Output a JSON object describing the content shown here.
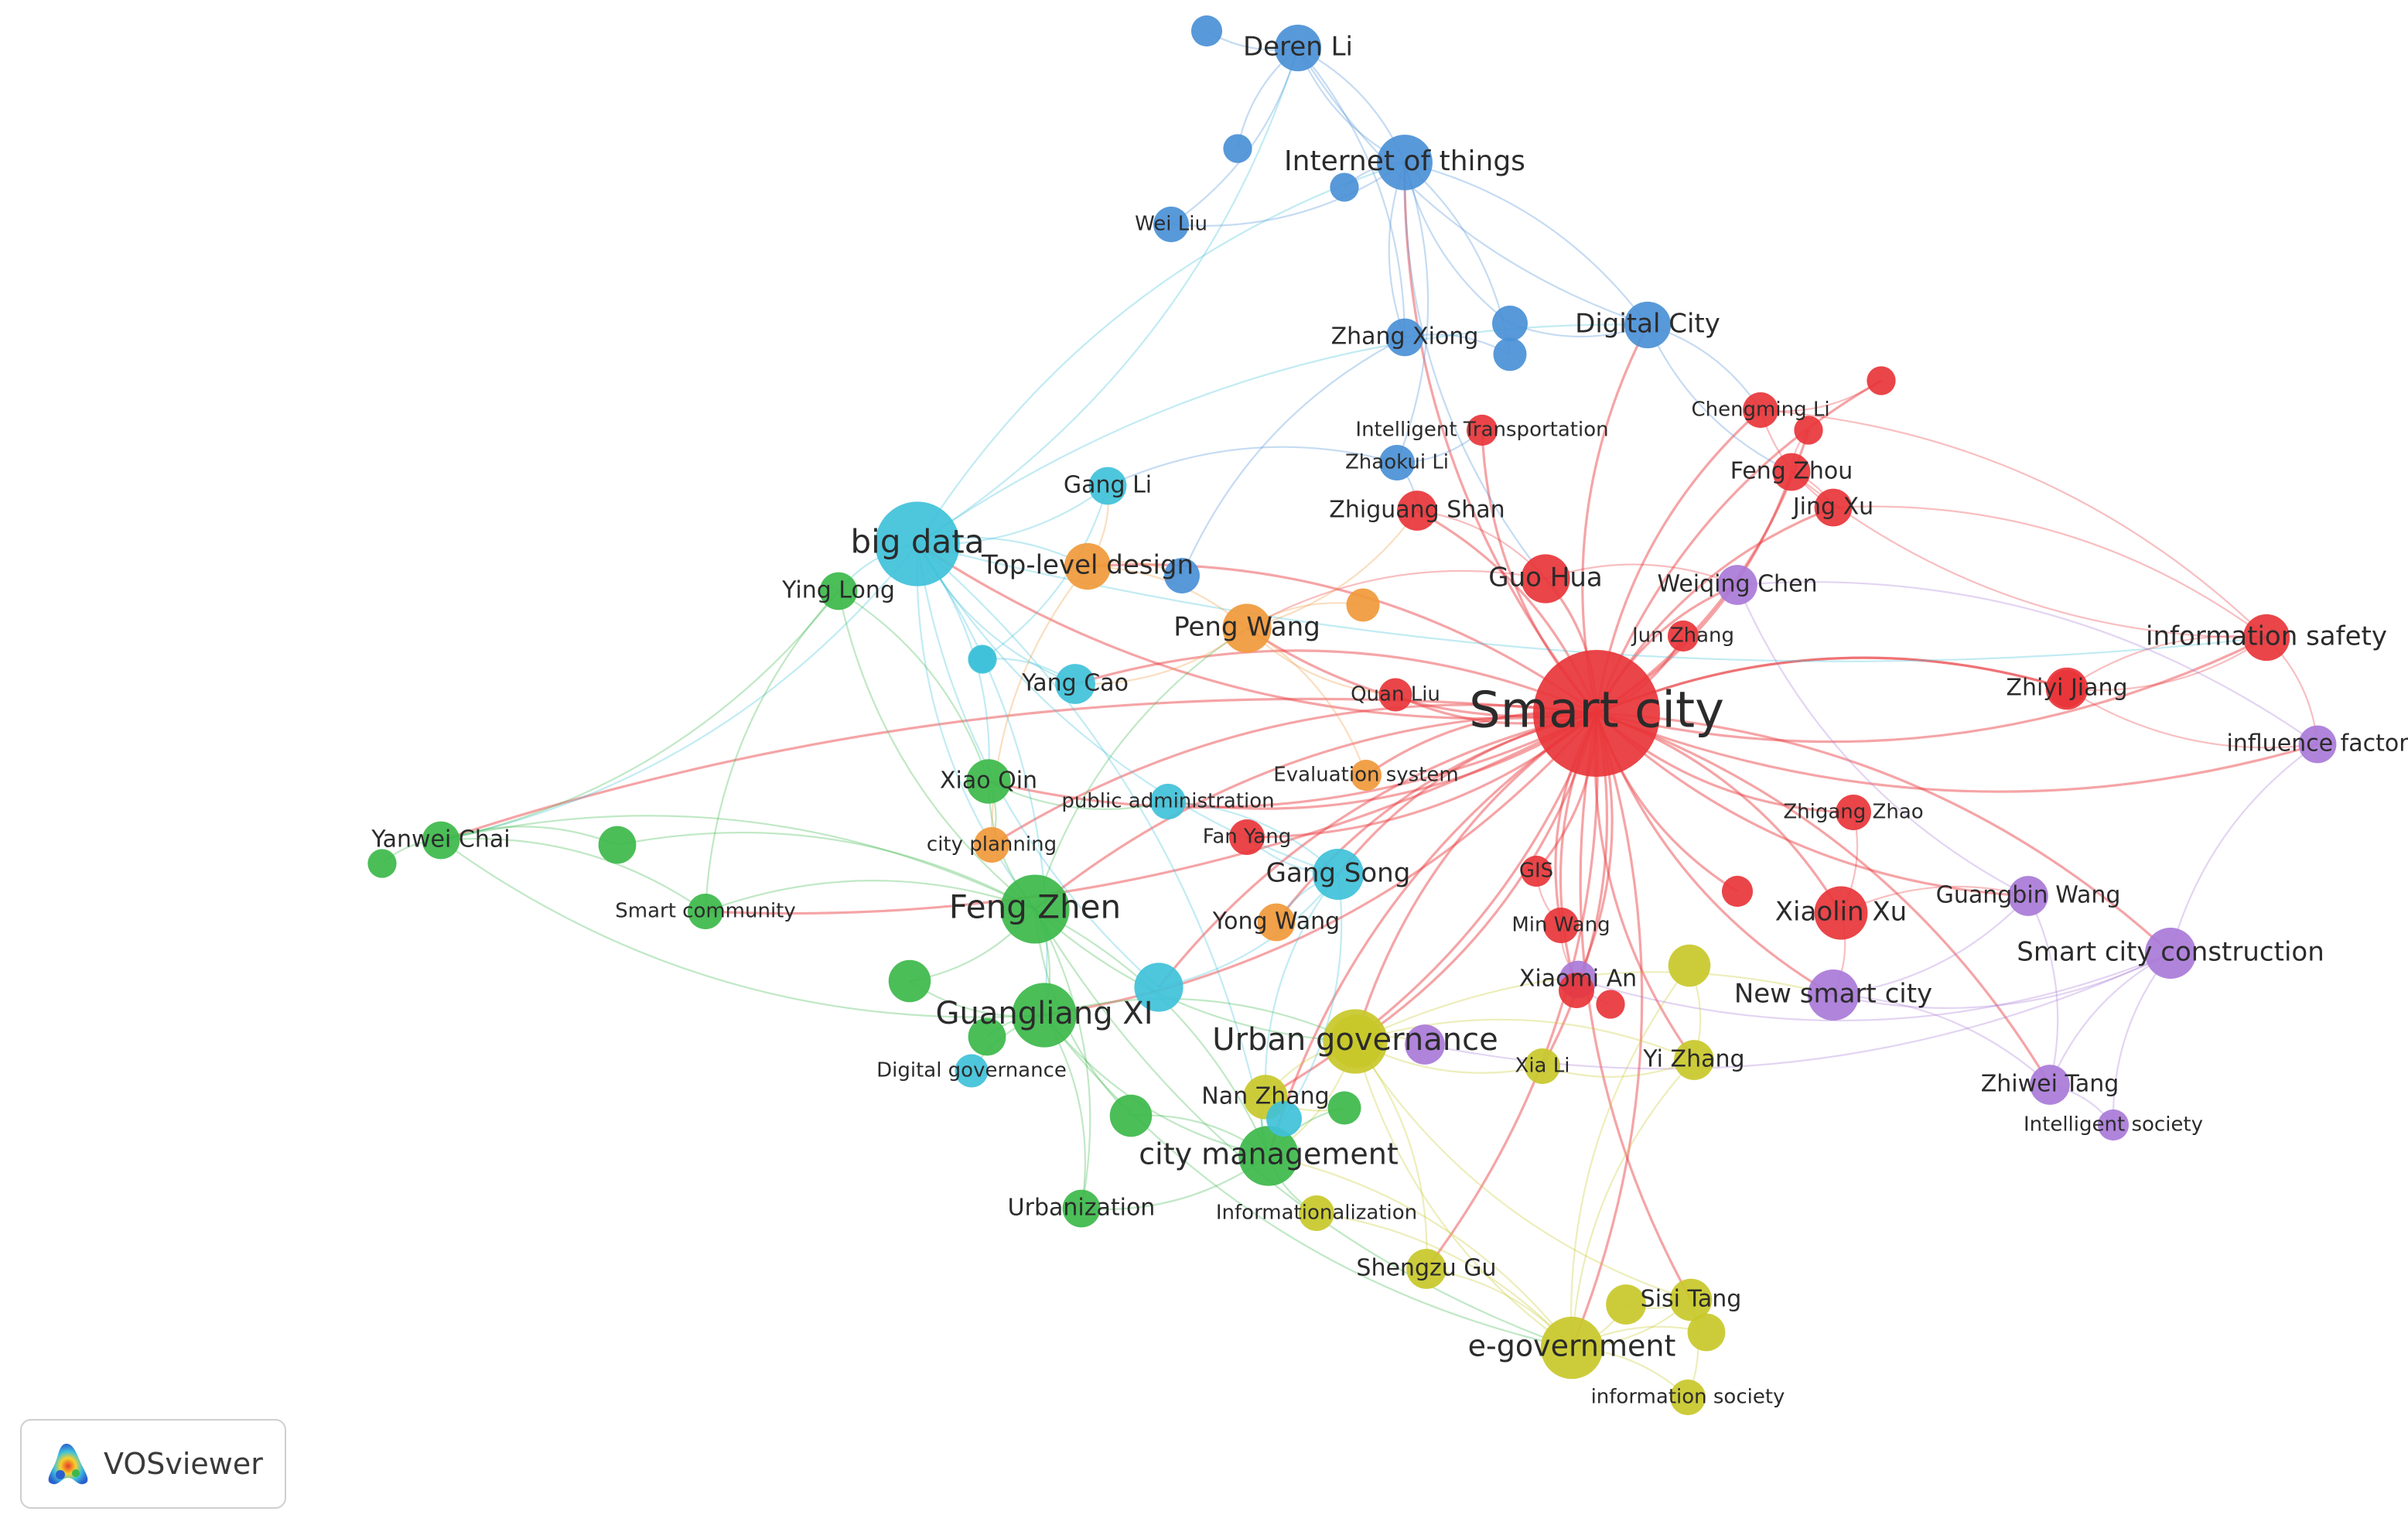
{
  "colors": {
    "red": "#e8353a",
    "blue": "#4a90d6",
    "cyan": "#3fc1d9",
    "green": "#3cb84a",
    "yellow": "#c8c82a",
    "purple": "#a97ad8",
    "orange": "#f0993a"
  },
  "badge": {
    "text": "VOSviewer",
    "icon": "vosviewer-logo-icon"
  },
  "nodes": [
    {
      "id": "smart_city",
      "label": "Smart city",
      "color": "red",
      "size": 1.0
    },
    {
      "id": "big_data",
      "label": "big data",
      "color": "cyan",
      "size": 0.62
    },
    {
      "id": "feng_zhen",
      "label": "Feng Zhen",
      "color": "green",
      "size": 0.48
    },
    {
      "id": "guangliang_xi",
      "label": "Guangliang XI",
      "color": "green",
      "size": 0.44
    },
    {
      "id": "urban_gov",
      "label": "Urban governance",
      "color": "yellow",
      "size": 0.44
    },
    {
      "id": "egov",
      "label": "e-government",
      "color": "yellow",
      "size": 0.42
    },
    {
      "id": "city_mgmt",
      "label": "city management",
      "color": "green",
      "size": 0.4
    },
    {
      "id": "iot",
      "label": "Internet of things",
      "color": "blue",
      "size": 0.36
    },
    {
      "id": "guo_hua",
      "label": "Guo Hua",
      "color": "red",
      "size": 0.3
    },
    {
      "id": "xiaolin_xu",
      "label": "Xiaolin Xu",
      "color": "red",
      "size": 0.34
    },
    {
      "id": "new_smart",
      "label": "New smart city",
      "color": "purple",
      "size": 0.32
    },
    {
      "id": "sc_constr",
      "label": "Smart city construction",
      "color": "purple",
      "size": 0.32
    },
    {
      "id": "gang_song",
      "label": "Gang Song",
      "color": "cyan",
      "size": 0.32
    },
    {
      "id": "peng_wang",
      "label": "Peng Wang",
      "color": "orange",
      "size": 0.3
    },
    {
      "id": "top_level",
      "label": "Top-level design",
      "color": "orange",
      "size": 0.28
    },
    {
      "id": "digital_city",
      "label": "Digital City",
      "color": "blue",
      "size": 0.28
    },
    {
      "id": "deren_li",
      "label": "Deren Li",
      "color": "blue",
      "size": 0.28
    },
    {
      "id": "info_safety",
      "label": "information safety",
      "color": "red",
      "size": 0.28
    },
    {
      "id": "xiao_qin",
      "label": "Xiao Qin",
      "color": "green",
      "size": 0.26
    },
    {
      "id": "nan_zhang",
      "label": "Nan Zhang",
      "color": "yellow",
      "size": 0.26
    },
    {
      "id": "zhiguang_shan",
      "label": "Zhiguang Shan",
      "color": "red",
      "size": 0.22
    },
    {
      "id": "sisi_tang",
      "label": "Sisi Tang",
      "color": "yellow",
      "size": 0.24
    },
    {
      "id": "shengzu_gu",
      "label": "Shengzu Gu",
      "color": "yellow",
      "size": 0.22
    },
    {
      "id": "yang_cao",
      "label": "Yang Cao",
      "color": "cyan",
      "size": 0.22
    },
    {
      "id": "weiqing_chen",
      "label": "Weiqing Chen",
      "color": "purple",
      "size": 0.22
    },
    {
      "id": "yanwei_chai",
      "label": "Yanwei Chai",
      "color": "green",
      "size": 0.2
    },
    {
      "id": "ying_long",
      "label": "Ying Long",
      "color": "green",
      "size": 0.2
    },
    {
      "id": "gang_li",
      "label": "Gang Li",
      "color": "cyan",
      "size": 0.2
    },
    {
      "id": "zhang_xiong",
      "label": "Zhang Xiong",
      "color": "blue",
      "size": 0.2
    },
    {
      "id": "yi_zhang",
      "label": "Yi Zhang",
      "color": "yellow",
      "size": 0.22
    },
    {
      "id": "guangbin_wang",
      "label": "Guangbin Wang",
      "color": "purple",
      "size": 0.22
    },
    {
      "id": "zhiwei_tang",
      "label": "Zhiwei Tang",
      "color": "purple",
      "size": 0.22
    },
    {
      "id": "zhiyi_jiang",
      "label": "Zhiyi Jiang",
      "color": "red",
      "size": 0.2
    },
    {
      "id": "influence",
      "label": "influence factor",
      "color": "purple",
      "size": 0.2
    },
    {
      "id": "jing_xu",
      "label": "Jing Xu",
      "color": "red",
      "size": 0.2
    },
    {
      "id": "feng_zhou",
      "label": "Feng Zhou",
      "color": "red",
      "size": 0.2
    },
    {
      "id": "chengming_li",
      "label": "Chengming Li",
      "color": "red",
      "size": 0.18
    },
    {
      "id": "zhaokui_li",
      "label": "Zhaokui Li",
      "color": "blue",
      "size": 0.18
    },
    {
      "id": "wei_liu",
      "label": "Wei Liu",
      "color": "blue",
      "size": 0.18
    },
    {
      "id": "fan_yang",
      "label": "Fan Yang",
      "color": "red",
      "size": 0.18
    },
    {
      "id": "yong_wang",
      "label": "Yong Wang",
      "color": "orange",
      "size": 0.2
    },
    {
      "id": "min_wang",
      "label": "Min Wang",
      "color": "red",
      "size": 0.18
    },
    {
      "id": "xiaomi_an",
      "label": "Xiaomi An",
      "color": "purple",
      "size": 0.2
    },
    {
      "id": "xia_li",
      "label": "Xia Li",
      "color": "yellow",
      "size": 0.18
    },
    {
      "id": "zhigang_zhao",
      "label": "Zhigang Zhao",
      "color": "red",
      "size": 0.18
    },
    {
      "id": "quan_liu",
      "label": "Quan Liu",
      "color": "red",
      "size": 0.16
    },
    {
      "id": "jun_zhang",
      "label": "Jun Zhang",
      "color": "red",
      "size": 0.14
    },
    {
      "id": "gis",
      "label": "GIS",
      "color": "red",
      "size": 0.14
    },
    {
      "id": "eval_sys",
      "label": "Evaluation system",
      "color": "orange",
      "size": 0.14
    },
    {
      "id": "public_admin",
      "label": "public administration",
      "color": "cyan",
      "size": 0.18
    },
    {
      "id": "city_planning",
      "label": "city planning",
      "color": "orange",
      "size": 0.18
    },
    {
      "id": "smart_comm",
      "label": "Smart community",
      "color": "green",
      "size": 0.18
    },
    {
      "id": "digital_gov",
      "label": "Digital governance",
      "color": "cyan",
      "size": 0.16
    },
    {
      "id": "urbanization",
      "label": "Urbanization",
      "color": "green",
      "size": 0.2
    },
    {
      "id": "informational",
      "label": "Informationalization",
      "color": "yellow",
      "size": 0.18
    },
    {
      "id": "info_society",
      "label": "information society",
      "color": "yellow",
      "size": 0.18
    },
    {
      "id": "intel_society",
      "label": "Intelligent society",
      "color": "purple",
      "size": 0.14
    },
    {
      "id": "intel_transport",
      "label": "Intelligent Transportation",
      "color": "red",
      "size": 0.14
    },
    {
      "id": "u1",
      "label": "",
      "color": "blue",
      "size": 0.14
    },
    {
      "id": "u2",
      "label": "",
      "color": "blue",
      "size": 0.12
    },
    {
      "id": "u3",
      "label": "",
      "color": "blue",
      "size": 0.12
    },
    {
      "id": "u4",
      "label": "",
      "color": "blue",
      "size": 0.18
    },
    {
      "id": "u5",
      "label": "",
      "color": "blue",
      "size": 0.16
    },
    {
      "id": "u6",
      "label": "",
      "color": "blue",
      "size": 0.18
    },
    {
      "id": "u7",
      "label": "",
      "color": "red",
      "size": 0.12
    },
    {
      "id": "u8",
      "label": "",
      "color": "red",
      "size": 0.12
    },
    {
      "id": "u9",
      "label": "",
      "color": "orange",
      "size": 0.16
    },
    {
      "id": "u10",
      "label": "",
      "color": "cyan",
      "size": 0.1
    },
    {
      "id": "u11",
      "label": "",
      "color": "green",
      "size": 0.2
    },
    {
      "id": "u12",
      "label": "",
      "color": "green",
      "size": 0.2
    },
    {
      "id": "u13",
      "label": "",
      "color": "green",
      "size": 0.24
    },
    {
      "id": "u14",
      "label": "",
      "color": "cyan",
      "size": 0.3
    },
    {
      "id": "u15",
      "label": "",
      "color": "green",
      "size": 0.24
    },
    {
      "id": "u16",
      "label": "",
      "color": "green",
      "size": 0.16
    },
    {
      "id": "u17",
      "label": "",
      "color": "cyan",
      "size": 0.18
    },
    {
      "id": "u18",
      "label": "",
      "color": "yellow",
      "size": 0.34
    },
    {
      "id": "u19",
      "label": "",
      "color": "yellow",
      "size": 0.24
    },
    {
      "id": "u20",
      "label": "",
      "color": "yellow",
      "size": 0.22
    },
    {
      "id": "u21",
      "label": "",
      "color": "yellow",
      "size": 0.2
    },
    {
      "id": "u22",
      "label": "",
      "color": "red",
      "size": 0.18
    },
    {
      "id": "u23",
      "label": "",
      "color": "red",
      "size": 0.12
    },
    {
      "id": "u24",
      "label": "",
      "color": "red",
      "size": 0.24
    },
    {
      "id": "u25",
      "label": "",
      "color": "purple",
      "size": 0.22
    },
    {
      "id": "u26",
      "label": "",
      "color": "red",
      "size": 0.14
    },
    {
      "id": "u27",
      "label": "",
      "color": "cyan",
      "size": 0.12
    },
    {
      "id": "u28",
      "label": "",
      "color": "green",
      "size": 0.12
    }
  ],
  "edges": [
    [
      "smart_city",
      "big_data"
    ],
    [
      "smart_city",
      "feng_zhen"
    ],
    [
      "smart_city",
      "guangliang_xi"
    ],
    [
      "smart_city",
      "urban_gov"
    ],
    [
      "smart_city",
      "egov"
    ],
    [
      "smart_city",
      "city_mgmt"
    ],
    [
      "smart_city",
      "iot"
    ],
    [
      "smart_city",
      "guo_hua"
    ],
    [
      "smart_city",
      "xiaolin_xu"
    ],
    [
      "smart_city",
      "new_smart"
    ],
    [
      "smart_city",
      "sc_constr"
    ],
    [
      "smart_city",
      "gang_song"
    ],
    [
      "smart_city",
      "peng_wang"
    ],
    [
      "smart_city",
      "top_level"
    ],
    [
      "smart_city",
      "digital_city"
    ],
    [
      "smart_city",
      "info_safety"
    ],
    [
      "smart_city",
      "zhiyi_jiang"
    ],
    [
      "smart_city",
      "influence"
    ],
    [
      "smart_city",
      "jing_xu"
    ],
    [
      "smart_city",
      "feng_zhou"
    ],
    [
      "smart_city",
      "chengming_li"
    ],
    [
      "smart_city",
      "zhiguang_shan"
    ],
    [
      "smart_city",
      "weiqing_chen"
    ],
    [
      "smart_city",
      "jun_zhang"
    ],
    [
      "smart_city",
      "quan_liu"
    ],
    [
      "smart_city",
      "zhigang_zhao"
    ],
    [
      "smart_city",
      "gis"
    ],
    [
      "smart_city",
      "min_wang"
    ],
    [
      "smart_city",
      "xiaomi_an"
    ],
    [
      "smart_city",
      "yi_zhang"
    ],
    [
      "smart_city",
      "xia_li"
    ],
    [
      "smart_city",
      "guangbin_wang"
    ],
    [
      "smart_city",
      "zhiwei_tang"
    ],
    [
      "smart_city",
      "yong_wang"
    ],
    [
      "smart_city",
      "fan_yang"
    ],
    [
      "smart_city",
      "eval_sys"
    ],
    [
      "smart_city",
      "public_admin"
    ],
    [
      "smart_city",
      "city_planning"
    ],
    [
      "smart_city",
      "nan_zhang"
    ],
    [
      "smart_city",
      "sisi_tang"
    ],
    [
      "smart_city",
      "shengzu_gu"
    ],
    [
      "smart_city",
      "yang_cao"
    ],
    [
      "smart_city",
      "xiao_qin"
    ],
    [
      "smart_city",
      "yanwei_chai"
    ],
    [
      "smart_city",
      "smart_comm"
    ],
    [
      "smart_city",
      "u22"
    ],
    [
      "smart_city",
      "u24"
    ],
    [
      "smart_city",
      "u26"
    ],
    [
      "smart_city",
      "u7"
    ],
    [
      "smart_city",
      "u8"
    ],
    [
      "smart_city",
      "u18"
    ],
    [
      "smart_city",
      "u14"
    ],
    [
      "smart_city",
      "intel_transport"
    ],
    [
      "big_data",
      "feng_zhen"
    ],
    [
      "big_data",
      "guangliang_xi"
    ],
    [
      "big_data",
      "deren_li"
    ],
    [
      "big_data",
      "iot"
    ],
    [
      "big_data",
      "ying_long"
    ],
    [
      "big_data",
      "yanwei_chai"
    ],
    [
      "big_data",
      "gang_li"
    ],
    [
      "big_data",
      "top_level"
    ],
    [
      "big_data",
      "yang_cao"
    ],
    [
      "big_data",
      "city_mgmt"
    ],
    [
      "big_data",
      "gang_song"
    ],
    [
      "big_data",
      "xiao_qin"
    ],
    [
      "big_data",
      "info_safety"
    ],
    [
      "big_data",
      "digital_city"
    ],
    [
      "big_data",
      "u14"
    ],
    [
      "feng_zhen",
      "guangliang_xi"
    ],
    [
      "feng_zhen",
      "yanwei_chai"
    ],
    [
      "feng_zhen",
      "ying_long"
    ],
    [
      "feng_zhen",
      "smart_comm"
    ],
    [
      "feng_zhen",
      "city_mgmt"
    ],
    [
      "feng_zhen",
      "urban_gov"
    ],
    [
      "feng_zhen",
      "xiao_qin"
    ],
    [
      "feng_zhen",
      "u11"
    ],
    [
      "feng_zhen",
      "u13"
    ],
    [
      "feng_zhen",
      "u15"
    ],
    [
      "feng_zhen",
      "urbanization"
    ],
    [
      "feng_zhen",
      "egov"
    ],
    [
      "feng_zhen",
      "peng_wang"
    ],
    [
      "guangliang_xi",
      "city_mgmt"
    ],
    [
      "guangliang_xi",
      "urban_gov"
    ],
    [
      "guangliang_xi",
      "u12"
    ],
    [
      "guangliang_xi",
      "yanwei_chai"
    ],
    [
      "guangliang_xi",
      "digital_gov"
    ],
    [
      "guangliang_xi",
      "urbanization"
    ],
    [
      "guangliang_xi",
      "egov"
    ],
    [
      "guangliang_xi",
      "u13"
    ],
    [
      "urban_gov",
      "egov"
    ],
    [
      "urban_gov",
      "city_mgmt"
    ],
    [
      "urban_gov",
      "nan_zhang"
    ],
    [
      "urban_gov",
      "shengzu_gu"
    ],
    [
      "urban_gov",
      "sisi_tang"
    ],
    [
      "urban_gov",
      "yi_zhang"
    ],
    [
      "urban_gov",
      "xia_li"
    ],
    [
      "urban_gov",
      "u25"
    ],
    [
      "urban_gov",
      "u18"
    ],
    [
      "urban_gov",
      "new_smart"
    ],
    [
      "egov",
      "sisi_tang"
    ],
    [
      "egov",
      "info_society"
    ],
    [
      "egov",
      "shengzu_gu"
    ],
    [
      "egov",
      "u19"
    ],
    [
      "egov",
      "u20"
    ],
    [
      "egov",
      "u21"
    ],
    [
      "egov",
      "city_mgmt"
    ],
    [
      "egov",
      "yi_zhang"
    ],
    [
      "egov",
      "informational"
    ],
    [
      "city_mgmt",
      "urbanization"
    ],
    [
      "city_mgmt",
      "informational"
    ],
    [
      "city_mgmt",
      "nan_zhang"
    ],
    [
      "city_mgmt",
      "u15"
    ],
    [
      "city_mgmt",
      "u16"
    ],
    [
      "iot",
      "deren_li"
    ],
    [
      "iot",
      "wei_liu"
    ],
    [
      "iot",
      "zhang_xiong"
    ],
    [
      "iot",
      "digital_city"
    ],
    [
      "iot",
      "u4"
    ],
    [
      "iot",
      "u5"
    ],
    [
      "iot",
      "u3"
    ],
    [
      "iot",
      "zhaokui_li"
    ],
    [
      "iot",
      "guo_hua"
    ],
    [
      "deren_li",
      "u1"
    ],
    [
      "deren_li",
      "u2"
    ],
    [
      "deren_li",
      "wei_liu"
    ],
    [
      "deren_li",
      "digital_city"
    ],
    [
      "deren_li",
      "zhang_xiong"
    ],
    [
      "deren_li",
      "iot"
    ],
    [
      "digital_city",
      "chengming_li"
    ],
    [
      "digital_city",
      "feng_zhou"
    ],
    [
      "digital_city",
      "u4"
    ],
    [
      "guo_hua",
      "zhiguang_shan"
    ],
    [
      "guo_hua",
      "weiqing_chen"
    ],
    [
      "guo_hua",
      "peng_wang"
    ],
    [
      "xiaolin_xu",
      "new_smart"
    ],
    [
      "xiaolin_xu",
      "zhigang_zhao"
    ],
    [
      "xiaolin_xu",
      "guangbin_wang"
    ],
    [
      "new_smart",
      "sc_constr"
    ],
    [
      "new_smart",
      "zhiwei_tang"
    ],
    [
      "new_smart",
      "guangbin_wang"
    ],
    [
      "sc_constr",
      "influence"
    ],
    [
      "sc_constr",
      "zhiwei_tang"
    ],
    [
      "sc_constr",
      "u25"
    ],
    [
      "sc_constr",
      "intel_society"
    ],
    [
      "sc_constr",
      "xiaomi_an"
    ],
    [
      "info_safety",
      "zhiyi_jiang"
    ],
    [
      "info_safety",
      "u24"
    ],
    [
      "info_safety",
      "jing_xu"
    ],
    [
      "info_safety",
      "feng_zhou"
    ],
    [
      "info_safety",
      "chengming_li"
    ],
    [
      "info_safety",
      "influence"
    ],
    [
      "zhiyi_jiang",
      "influence"
    ],
    [
      "zhiyi_jiang",
      "u24"
    ],
    [
      "jing_xu",
      "feng_zhou"
    ],
    [
      "jing_xu",
      "chengming_li"
    ],
    [
      "chengming_li",
      "u7"
    ],
    [
      "feng_zhou",
      "u8"
    ],
    [
      "gang_song",
      "yong_wang"
    ],
    [
      "gang_song",
      "fan_yang"
    ],
    [
      "gang_song",
      "public_admin"
    ],
    [
      "gang_song",
      "u14"
    ],
    [
      "gang_song",
      "nan_zhang"
    ],
    [
      "gang_song",
      "u17"
    ],
    [
      "peng_wang",
      "top_level"
    ],
    [
      "peng_wang",
      "yang_cao"
    ],
    [
      "peng_wang",
      "zhiguang_shan"
    ],
    [
      "peng_wang",
      "u9"
    ],
    [
      "peng_wang",
      "quan_liu"
    ],
    [
      "peng_wang",
      "eval_sys"
    ],
    [
      "top_level",
      "gang_li"
    ],
    [
      "top_level",
      "u6"
    ],
    [
      "top_level",
      "city_planning"
    ],
    [
      "yanwei_chai",
      "u11"
    ],
    [
      "yanwei_chai",
      "u28"
    ],
    [
      "yanwei_chai",
      "smart_comm"
    ],
    [
      "yanwei_chai",
      "ying_long"
    ],
    [
      "ying_long",
      "xiao_qin"
    ],
    [
      "ying_long",
      "smart_comm"
    ],
    [
      "xiao_qin",
      "city_planning"
    ],
    [
      "xiao_qin",
      "public_admin"
    ],
    [
      "min_wang",
      "gis"
    ],
    [
      "min_wang",
      "xiaomi_an"
    ],
    [
      "xiaomi_an",
      "u22"
    ],
    [
      "xiaomi_an",
      "u23"
    ],
    [
      "zhiwei_tang",
      "intel_society"
    ],
    [
      "zhiwei_tang",
      "guangbin_wang"
    ],
    [
      "sisi_tang",
      "u20"
    ],
    [
      "sisi_tang",
      "u21"
    ],
    [
      "sisi_tang",
      "info_society"
    ],
    [
      "nan_zhang",
      "u16"
    ],
    [
      "nan_zhang",
      "u17"
    ],
    [
      "yi_zhang",
      "u19"
    ],
    [
      "yi_zhang",
      "xia_li"
    ],
    [
      "weiqing_chen",
      "guangbin_wang"
    ],
    [
      "weiqing_chen",
      "influence"
    ],
    [
      "zhaokui_li",
      "intel_transport"
    ],
    [
      "zhaokui_li",
      "zhiguang_shan"
    ],
    [
      "zhaokui_li",
      "gang_li"
    ],
    [
      "zhang_xiong",
      "u5"
    ],
    [
      "zhang_xiong",
      "u6"
    ],
    [
      "gang_li",
      "u10"
    ],
    [
      "yang_cao",
      "u27"
    ]
  ]
}
